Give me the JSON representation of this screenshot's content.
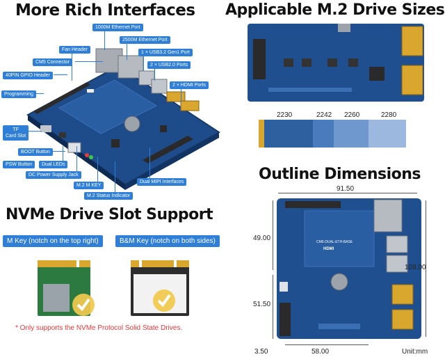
{
  "headings": {
    "rich": "More Rich Interfaces",
    "m2": "Applicable M.2 Drive Sizes",
    "nvme": "NVMe Drive Slot Support",
    "outline": "Outline Dimensions"
  },
  "callouts": {
    "eth1000": "1000M Ethernet Port",
    "eth2500": "2500M Ethernet Port",
    "usb3": "1 × USB3.2 Gen1 Port",
    "usb2": "2 × USB2.0 Ports",
    "hdmi": "2 × HDMI Ports",
    "fan": "Fan Header",
    "cm5": "CM5 Connector",
    "gpio": "40PIN GPIO Header",
    "programming": "Programming",
    "tf_line1": "TF",
    "tf_line2": "Card Slot",
    "boot": "BOOT Button",
    "psw": "PSW Button",
    "leds": "Dual LEDs",
    "dc": "DC Power Supply Jack",
    "mkey": "M.2 M KEY",
    "status": "M.2 Status Indicator",
    "mipi": "Dual MIPI Interfaces"
  },
  "m2_sizes": [
    "2230",
    "2242",
    "2260",
    "2280"
  ],
  "m2_colors": [
    "#2e5f9e",
    "#4a7bbd",
    "#6f98cf",
    "#9cb8df"
  ],
  "board_silk": {
    "board_name": "CM5-DUAL-ETH-BASE",
    "hdmi": "HDMI"
  },
  "nvme": {
    "m_key": "M Key (notch on the top right)",
    "bm_key": "B&M Key (notch on both sides)",
    "note": "* Only supports the NVMe Protocol Solid State Drives."
  },
  "dimensions": {
    "width_top": "91.50",
    "height_left_top": "49.00",
    "height_right": "109.00",
    "height_left_bottom": "51.50",
    "width_bottom": "58.00",
    "offset_bottom": "3.50",
    "unit": "Unit:mm"
  }
}
